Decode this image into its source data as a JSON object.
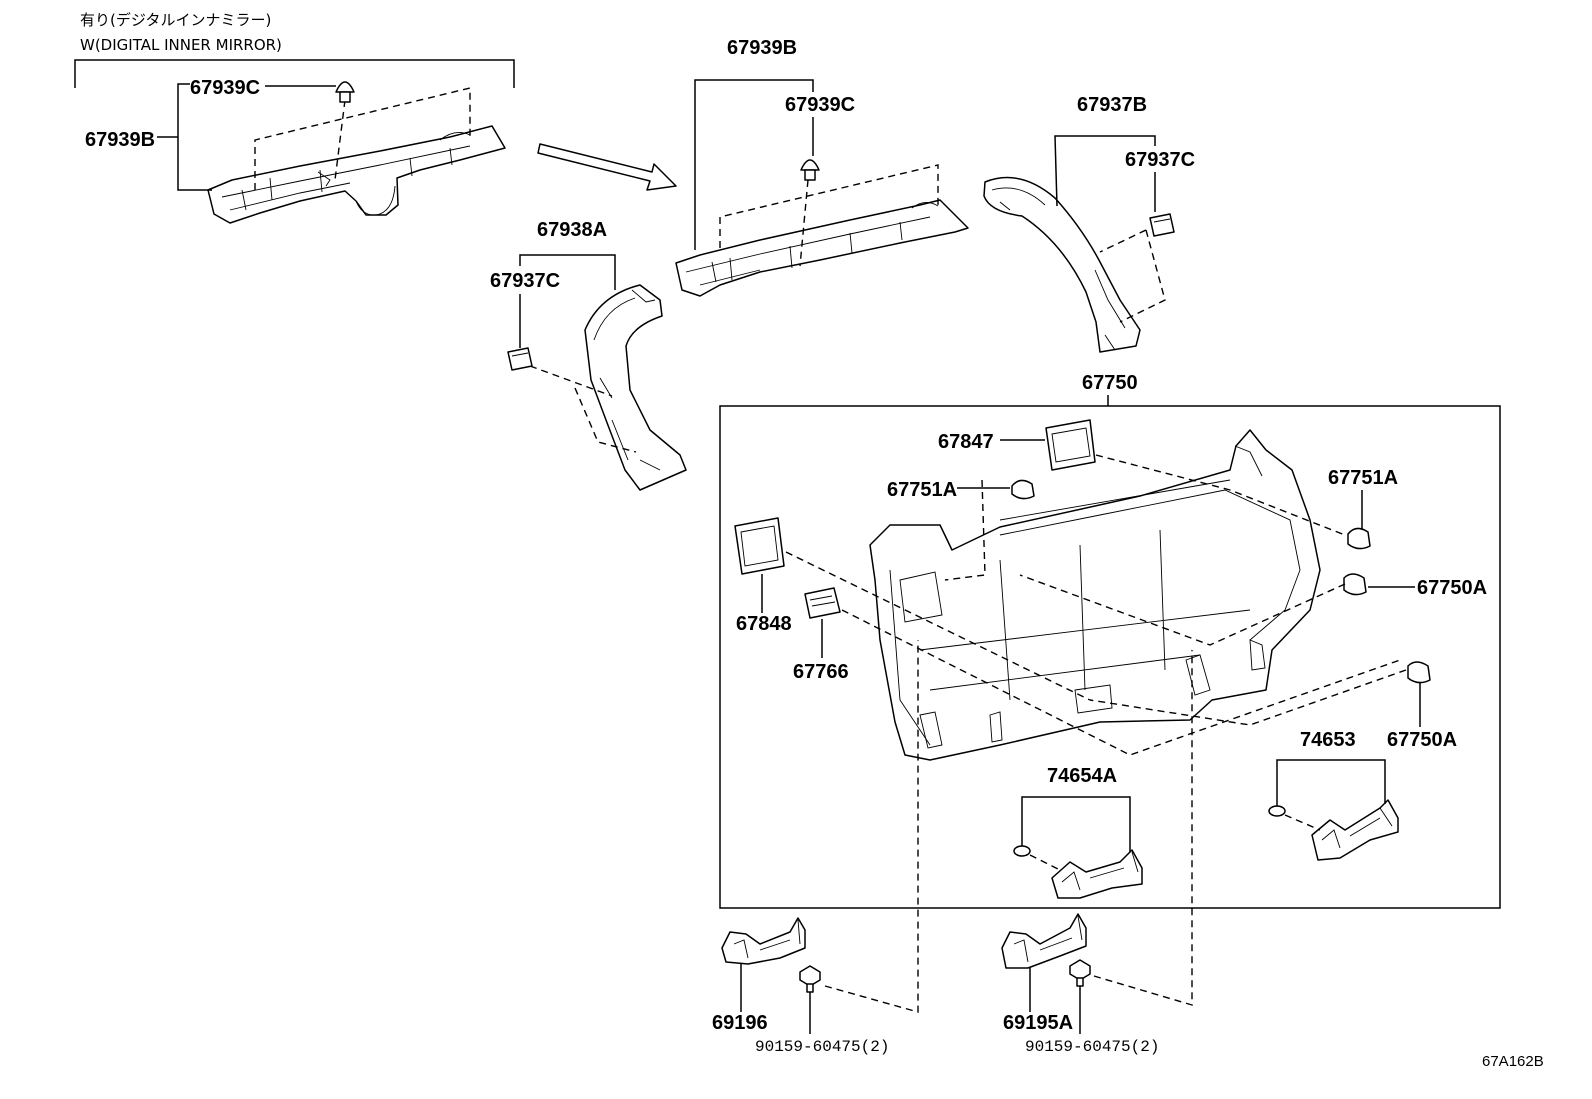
{
  "header": {
    "note_jp": "有り(デジタルインナミラー)",
    "note_en": "W(DIGITAL INNER MIRROR)"
  },
  "callouts": [
    "67939C",
    "67939B",
    "67939B",
    "67939C",
    "67937B",
    "67937C",
    "67938A",
    "67937C",
    "67750",
    "67847",
    "67751A",
    "67751A",
    "67750A",
    "67848",
    "67766",
    "74653",
    "67750A",
    "74654A",
    "69196",
    "69195A",
    "90159-60475(2)",
    "90159-60475(2)"
  ],
  "figure_code": "67A162B",
  "colors": {
    "line": "#000000",
    "background": "#ffffff"
  }
}
